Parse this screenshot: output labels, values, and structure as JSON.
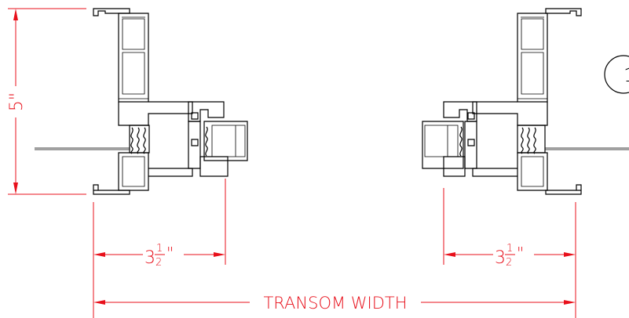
{
  "drawing": {
    "dimension_height": "5\"",
    "dimension_left_whole": "3",
    "dimension_left_num": "1",
    "dimension_left_den": "2",
    "dimension_left_inch": "\"",
    "dimension_right_whole": "3",
    "dimension_right_num": "1",
    "dimension_right_den": "2",
    "dimension_right_inch": "\"",
    "dimension_overall": "TRANSOM WIDTH",
    "callout_label": "1"
  },
  "colors": {
    "dimension": "#e8101b",
    "profile": "#000000",
    "background": "#ffffff"
  }
}
